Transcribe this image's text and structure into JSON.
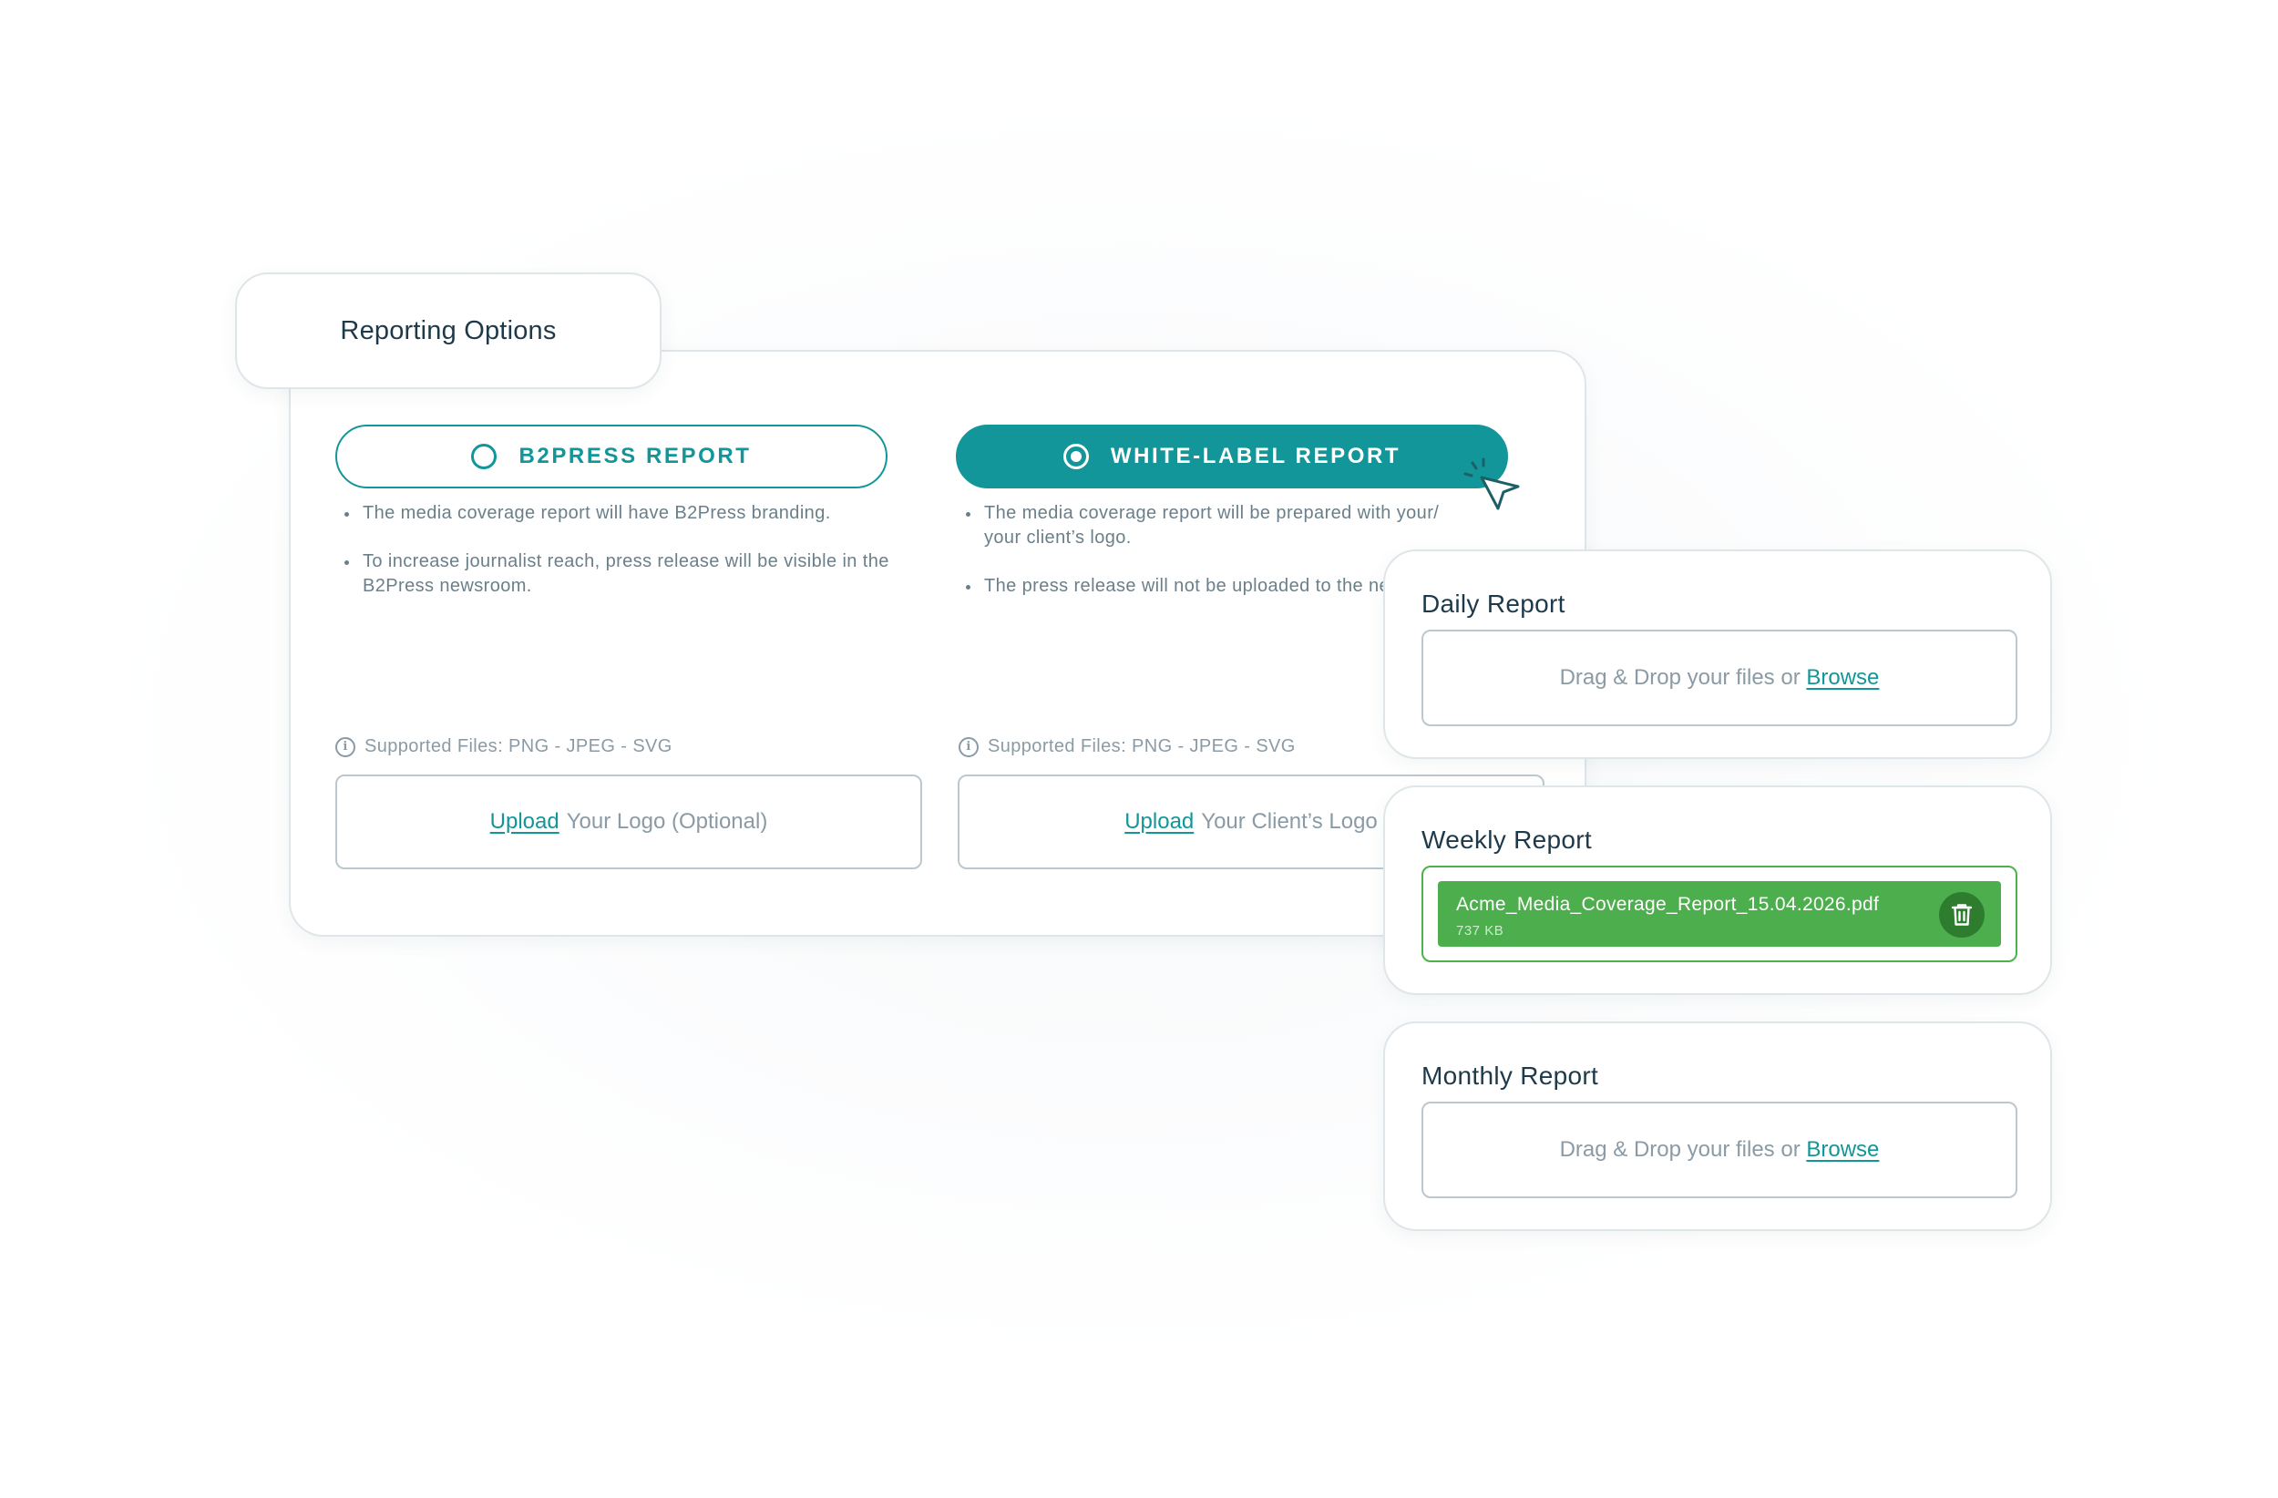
{
  "reporting_options": {
    "title": "Reporting Options"
  },
  "options": {
    "b2press": {
      "label": "B2PRESS REPORT",
      "selected": false,
      "bullets": [
        "The media coverage report will have B2Press branding.",
        "To increase journalist reach, press release will be visible in the B2Press newsroom."
      ],
      "supported_files": "Supported Files: PNG - JPEG - SVG",
      "upload_link": "Upload",
      "upload_text": "Your Logo (Optional)"
    },
    "white_label": {
      "label": "WHITE-LABEL REPORT",
      "selected": true,
      "bullets": [
        "The media coverage report will be prepared with your/ your client’s logo.",
        "The press release will not be uploaded to the newsroom."
      ],
      "supported_files": "Supported Files: PNG - JPEG - SVG",
      "upload_link": "Upload",
      "upload_text": "Your Client’s Logo"
    }
  },
  "reports": {
    "daily": {
      "title": "Daily Report",
      "drop_text": "Drag & Drop your files or",
      "browse_label": "Browse"
    },
    "weekly": {
      "title": "Weekly Report",
      "file_name": "Acme_Media_Coverage_Report_15.04.2026.pdf",
      "file_size": "737 KB",
      "delete_icon": "trash-icon"
    },
    "monthly": {
      "title": "Monthly Report",
      "drop_text": "Drag & Drop your files or",
      "browse_label": "Browse"
    }
  },
  "colors": {
    "accent": "#12969a",
    "success": "#4cae4c",
    "success_dark": "#2e7d2f",
    "text_dark": "#1e3a4a",
    "text_muted": "#8a9ba5"
  }
}
